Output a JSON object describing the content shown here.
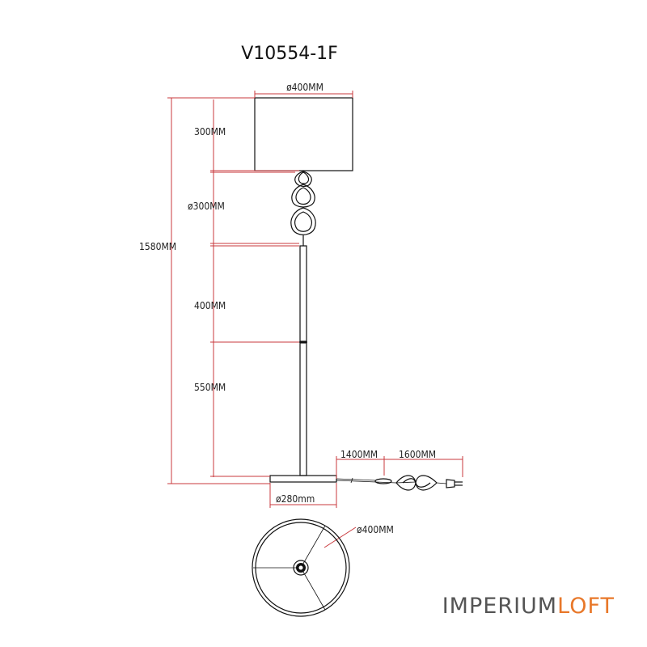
{
  "title": "V10554-1F",
  "dimensions": {
    "shade_diameter": "ø400MM",
    "shade_height": "300MM",
    "ornament_diameter": "ø300MM",
    "total_height": "1580MM",
    "upper_rod": "400MM",
    "lower_rod": "550MM",
    "cord_to_switch": "1400MM",
    "switch_to_plug": "1600MM",
    "base_diameter": "ø280mm",
    "top_view_diameter": "ø400MM"
  },
  "brand": {
    "part1": "IMPERIUM",
    "part2": "LOFT",
    "color1": "#555555",
    "color2": "#e8782a"
  },
  "colors": {
    "dimension_line": "#c8383c",
    "outline": "#111111"
  }
}
